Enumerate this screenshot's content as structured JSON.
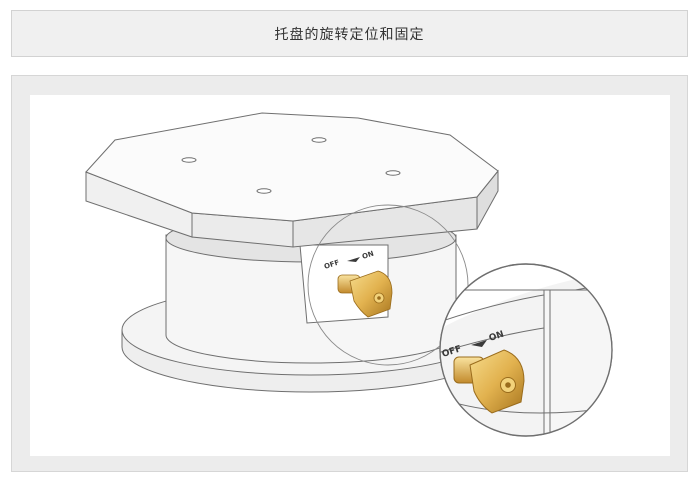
{
  "title": "托盘的旋转定位和固定",
  "valve_label": {
    "off": "OFF",
    "on": "ON"
  },
  "colors": {
    "title_bg": "#f0f0f0",
    "frame_bg": "#ececec",
    "line": "#6f6f6f",
    "base_fill": "#f4f4f4",
    "brass": "#e2b24f",
    "brass_dark": "#9a6c1c"
  },
  "icons": [
    "rotary-locking-valve-icon",
    "magnified-detail-icon"
  ]
}
